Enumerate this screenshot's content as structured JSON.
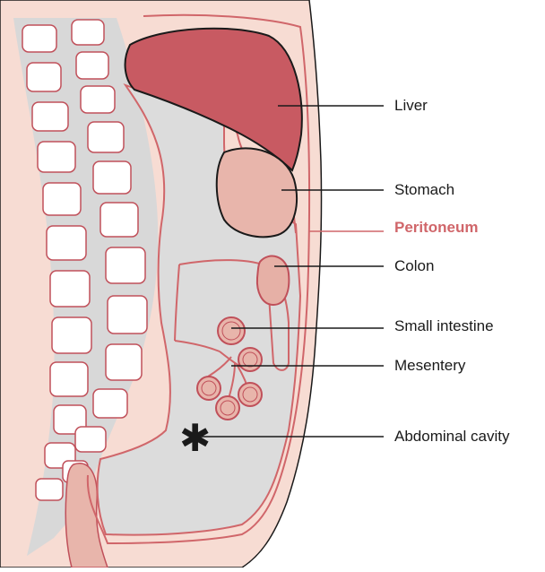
{
  "labels": {
    "liver": "Liver",
    "stomach": "Stomach",
    "peritoneum": "Peritoneum",
    "colon": "Colon",
    "small_intestine": "Small intestine",
    "mesentery": "Mesentery",
    "abdominal_cavity": "Abdominal cavity"
  },
  "symbols": {
    "cavity_marker": "✱"
  },
  "colors": {
    "skin": "#f7dcd3",
    "peritoneum_line": "#d0666a",
    "cavity": "#dcdcdc",
    "liver": "#c85a62",
    "stomach": "#e8b5ab",
    "colon": "#e6b0a6",
    "vertebra": "#ffffff",
    "label_text": "#1a1a1a",
    "peritoneum_label": "#d0666a"
  }
}
